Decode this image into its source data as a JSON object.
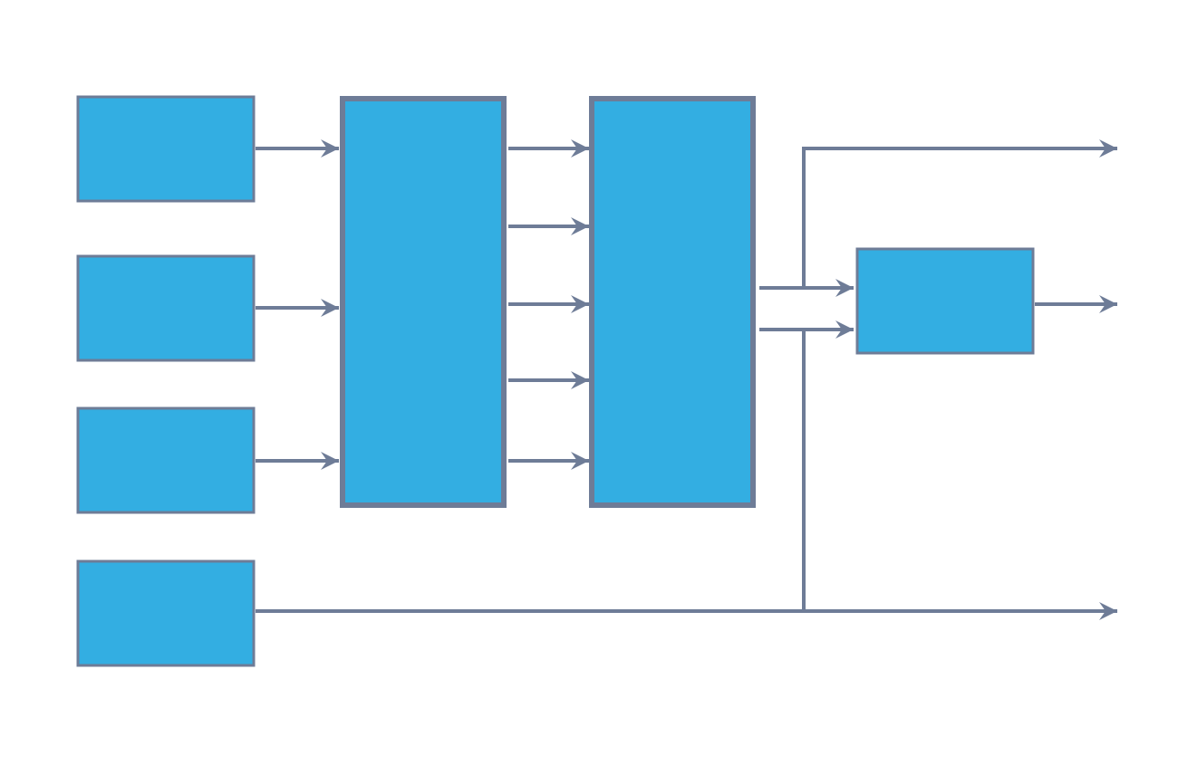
{
  "diagram": {
    "colors": {
      "block_fill": "#33aee2",
      "block_border": "#6e7c97",
      "wire": "#6e7c97",
      "background": "#ffffff"
    },
    "blocks": [
      {
        "name": "input-block-1",
        "label": ""
      },
      {
        "name": "input-block-2",
        "label": ""
      },
      {
        "name": "input-block-3",
        "label": ""
      },
      {
        "name": "input-block-4",
        "label": ""
      },
      {
        "name": "processing-block-1",
        "label": ""
      },
      {
        "name": "processing-block-2",
        "label": ""
      },
      {
        "name": "output-block",
        "label": ""
      }
    ]
  }
}
